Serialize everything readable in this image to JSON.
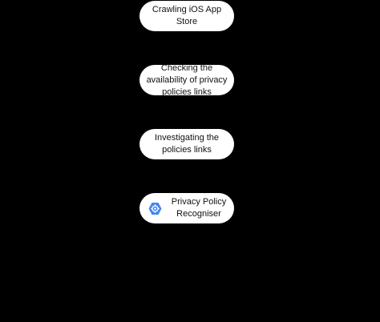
{
  "diagram": {
    "steps": [
      {
        "label": "Crawling iOS App Store"
      },
      {
        "label": "Checking the availability of privacy policies links"
      },
      {
        "label": "Investigating the policies links"
      },
      {
        "label": "Privacy Policy Recogniser",
        "icon": "hexagon-cloud-ai-icon"
      }
    ]
  },
  "colors": {
    "background": "#000000",
    "node_fill": "#ffffff",
    "node_text": "#111111",
    "icon_blue": "#4285f4"
  }
}
